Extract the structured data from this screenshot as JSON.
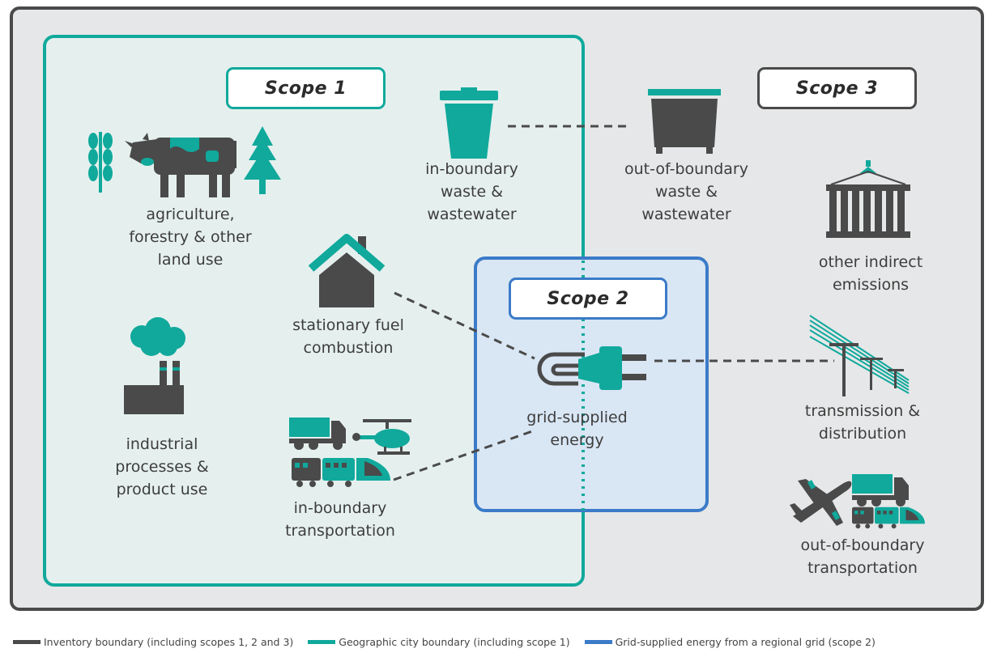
{
  "scopes": {
    "scope1": "Scope 1",
    "scope2": "Scope 2",
    "scope3": "Scope 3"
  },
  "labels": {
    "agriculture": "agriculture,\nforestry & other\nland use",
    "industrial": "industrial\nprocesses &\nproduct use",
    "in_waste": "in-boundary\nwaste &\nwastewater",
    "stationary": "stationary fuel\ncombustion",
    "in_transport": "in-boundary\ntransportation",
    "grid": "grid-supplied\nenergy",
    "out_waste": "out-of-boundary\nwaste &\nwastewater",
    "other_indirect": "other indirect\nemissions",
    "transmission": "transmission &\ndistribution",
    "out_transport": "out-of-boundary\ntransportation"
  },
  "legend": [
    {
      "label": "Inventory boundary (including scopes 1, 2 and 3)",
      "color": "#4a4a4a"
    },
    {
      "label": "Geographic city boundary (including scope 1)",
      "color": "#10a99c"
    },
    {
      "label": "Grid-supplied energy from a regional grid (scope 2)",
      "color": "#3b7bc8"
    }
  ],
  "colors": {
    "teal": "#10a99c",
    "dark": "#4a4a4a",
    "blue": "#3b7bc8",
    "outer_fill": "#e6e7e8",
    "city_fill": "#e5f0ee",
    "grid_fill": "#d9e6f4"
  },
  "icons": [
    "wheat-icon",
    "cow-icon",
    "tree-icon",
    "cloud-factory-icon",
    "trash-bin-icon",
    "house-icon",
    "truck-icon",
    "helicopter-icon",
    "train-icon",
    "plug-icon",
    "dumpster-icon",
    "container-icon",
    "power-line-icon",
    "airplane-icon"
  ]
}
